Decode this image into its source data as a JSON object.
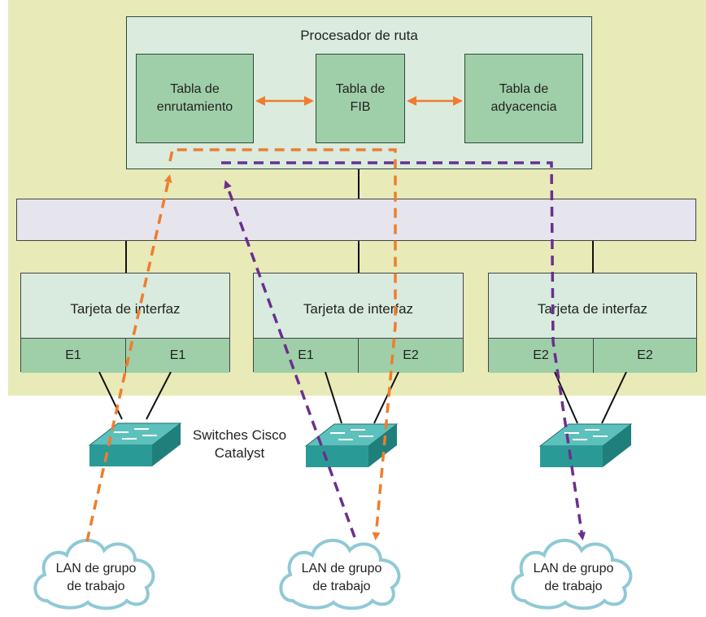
{
  "route_processor": {
    "title": "Procesador de ruta",
    "routing_table": [
      "Tabla de",
      "enrutamiento"
    ],
    "fib_table": [
      "Tabla de",
      "FIB"
    ],
    "adjacency_table": [
      "Tabla de",
      "adyacencia"
    ]
  },
  "interface_cards": [
    {
      "title": "Tarjeta de interfaz",
      "ports": [
        "E1",
        "E1"
      ]
    },
    {
      "title": "Tarjeta de interfaz",
      "ports": [
        "E1",
        "E2"
      ]
    },
    {
      "title": "Tarjeta de interfaz",
      "ports": [
        "E2",
        "E2"
      ]
    }
  ],
  "switches_label": [
    "Switches Cisco",
    "Catalyst"
  ],
  "clouds": [
    {
      "label": [
        "LAN de grupo",
        "de trabajo"
      ]
    },
    {
      "label": [
        "LAN de grupo",
        "de trabajo"
      ]
    },
    {
      "label": [
        "LAN de grupo",
        "de trabajo"
      ]
    }
  ],
  "colors": {
    "orange_path": "#ef7d2d",
    "purple_path": "#6b2f8f",
    "switch": "#2a9a96",
    "cloud_outline": "#8fc9d6"
  }
}
